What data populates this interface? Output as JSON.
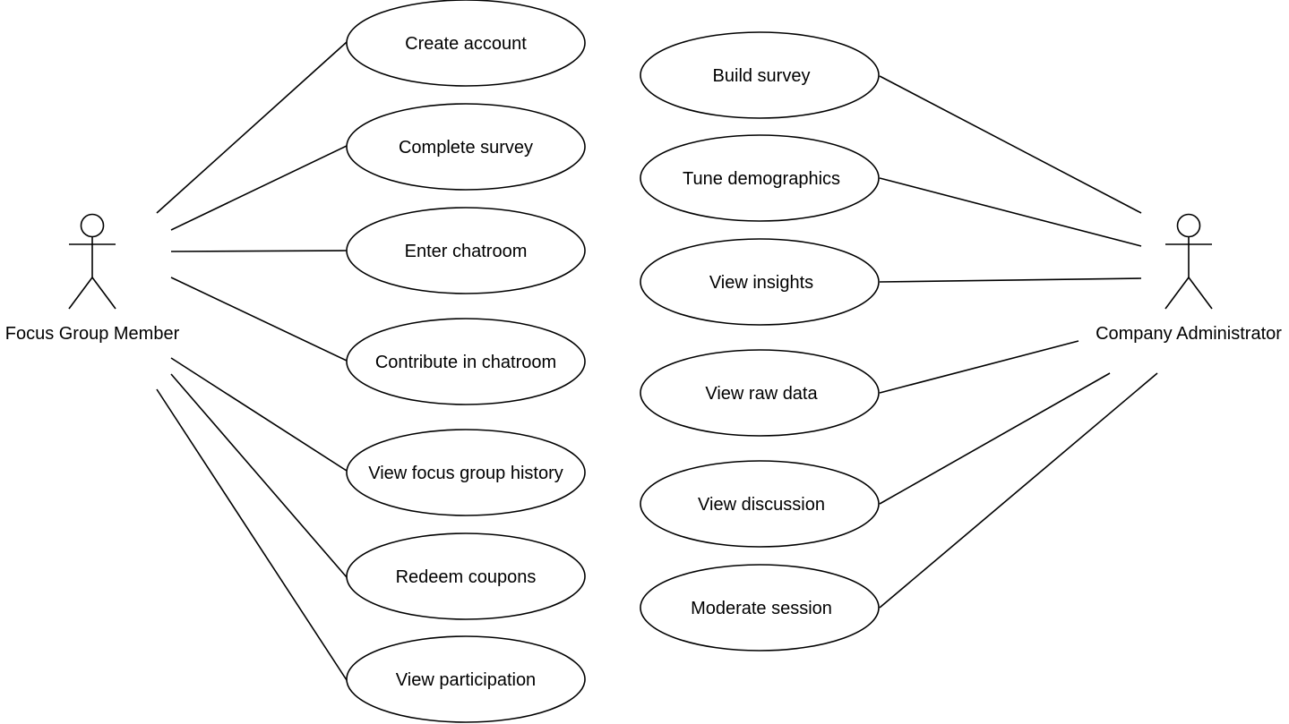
{
  "actors": {
    "left": {
      "label": "Focus Group Member"
    },
    "right": {
      "label": "Company Administrator"
    }
  },
  "use_cases": {
    "left": [
      {
        "label": "Create account"
      },
      {
        "label": "Complete survey"
      },
      {
        "label": "Enter chatroom"
      },
      {
        "label": "Contribute in chatroom"
      },
      {
        "label": "View focus group history"
      },
      {
        "label": "Redeem coupons"
      },
      {
        "label": "View participation"
      }
    ],
    "right": [
      {
        "label": "Build survey"
      },
      {
        "label": "Tune demographics"
      },
      {
        "label": "View insights"
      },
      {
        "label": "View raw data"
      },
      {
        "label": "View discussion"
      },
      {
        "label": "Moderate session"
      }
    ]
  },
  "colors": {
    "stroke": "#000000",
    "background": "#ffffff",
    "text": "#000000"
  }
}
